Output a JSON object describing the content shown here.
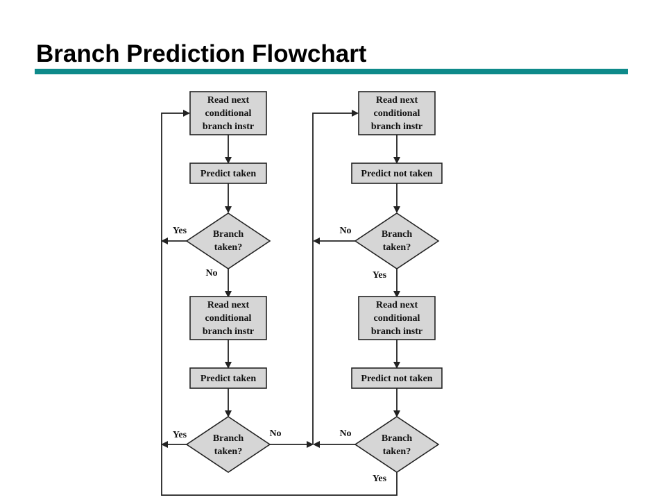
{
  "slide": {
    "title": "Branch Prediction Flowchart"
  },
  "diagram": {
    "left": {
      "read_1": [
        "Read next",
        "conditional",
        "branch instr"
      ],
      "predict_1": "Predict taken",
      "decision_1": [
        "Branch",
        "taken?"
      ],
      "decision_1_yes": "Yes",
      "decision_1_no": "No",
      "read_2": [
        "Read next",
        "conditional",
        "branch instr"
      ],
      "predict_2": "Predict taken",
      "decision_2": [
        "Branch",
        "taken?"
      ],
      "decision_2_yes": "Yes",
      "decision_2_no": "No"
    },
    "right": {
      "read_1": [
        "Read next",
        "conditional",
        "branch instr"
      ],
      "predict_1": "Predict not taken",
      "decision_1": [
        "Branch",
        "taken?"
      ],
      "decision_1_no": "No",
      "decision_1_yes": "Yes",
      "read_2": [
        "Read next",
        "conditional",
        "branch instr"
      ],
      "predict_2": "Predict not taken",
      "decision_2": [
        "Branch",
        "taken?"
      ],
      "decision_2_no": "No",
      "decision_2_yes": "Yes"
    }
  }
}
